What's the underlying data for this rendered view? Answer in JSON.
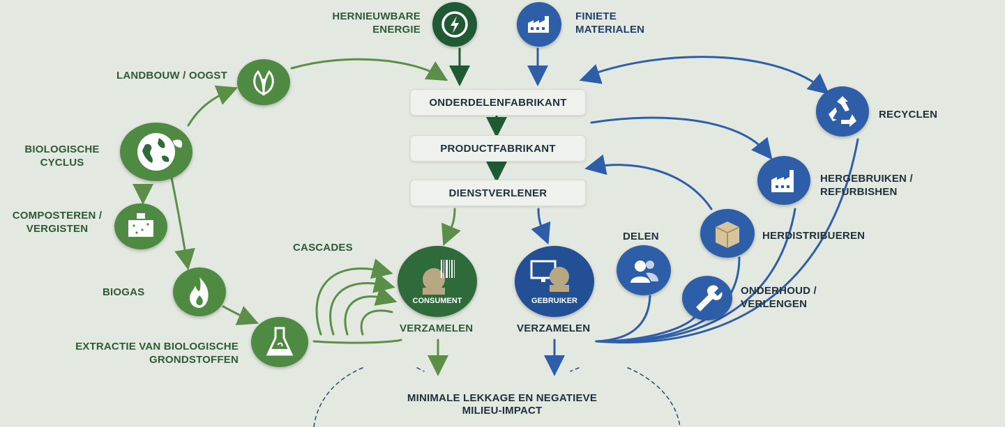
{
  "inputs": {
    "renewable": "HERNIEUWBARE ENERGIE",
    "finite": "FINIETE MATERIALEN"
  },
  "chain": {
    "parts_maker": "ONDERDELENFABRIKANT",
    "product_maker": "PRODUCTFABRIKANT",
    "service_provider": "DIENSTVERLENER"
  },
  "bio": {
    "agriculture": "LANDBOUW / OOGST",
    "cycle": "BIOLOGISCHE CYCLUS",
    "compost": "COMPOSTEREN / VERGISTEN",
    "biogas": "BIOGAS",
    "extraction": "EXTRACTIE VAN BIOLOGISCHE GRONDSTOFFEN",
    "cascades": "CASCADES"
  },
  "tech": {
    "recycle": "RECYCLEN",
    "reuse": "HERGEBRUIKEN / REFURBISHEN",
    "redistribute": "HERDISTRIBUEREN",
    "share": "DELEN",
    "maintain": "ONDERHOUD / VERLENGEN"
  },
  "users": {
    "consumer": "CONSUMENT",
    "user": "GEBRUIKER",
    "collect_left": "VERZAMELEN",
    "collect_right": "VERZAMELEN"
  },
  "bottom": {
    "line1": "MINIMALE LEKKAGE EN NEGATIEVE",
    "line2": "MILIEU-IMPACT"
  },
  "colors": {
    "background": "#e3e8e0",
    "green": "#4f8a43",
    "dark_green": "#1f5a34",
    "blue": "#2f5ea8",
    "text": "#1f2f3b"
  },
  "icons": [
    "bolt-icon",
    "factory-icon",
    "leaf-icon",
    "globe-icon",
    "compost-box-icon",
    "flame-icon",
    "flask-icon",
    "recycle-icon",
    "refurbish-factory-icon",
    "package-icon",
    "people-icon",
    "wrench-icon",
    "consumer-icon",
    "user-computer-icon"
  ]
}
